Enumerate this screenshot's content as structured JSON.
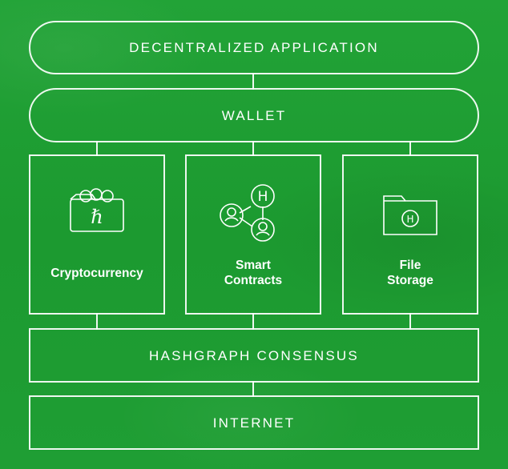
{
  "layers": {
    "dapp_label": "DECENTRALIZED APPLICATION",
    "wallet_label": "WALLET",
    "consensus_label": "HASHGRAPH CONSENSUS",
    "internet_label": "INTERNET"
  },
  "services": {
    "crypto": {
      "label": "Cryptocurrency",
      "icon": "cryptocurrency-wallet-icon",
      "glyph": "ℏ"
    },
    "contracts": {
      "line1": "Smart",
      "line2": "Contracts",
      "icon": "smart-contract-network-icon",
      "glyph": "H"
    },
    "storage": {
      "line1": "File",
      "line2": "Storage",
      "icon": "folder-icon",
      "glyph": "H"
    }
  },
  "colors": {
    "background": "#1e9e33",
    "line": "#ffffff",
    "text": "#ffffff"
  }
}
